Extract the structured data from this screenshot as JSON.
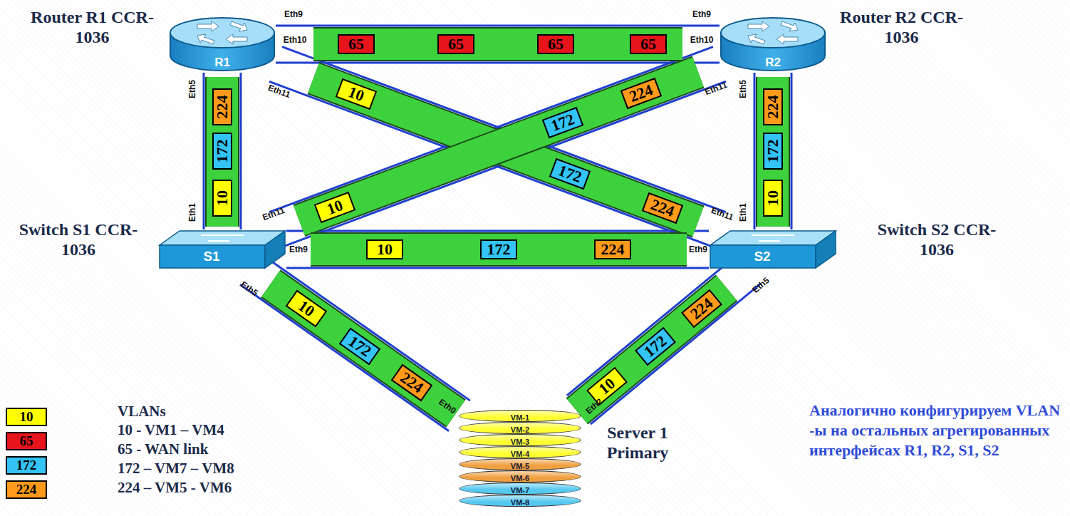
{
  "diagram": {
    "nodes": [
      {
        "text": [
          "Router R1 CCR-1036",
          "R1"
        ]
      },
      {
        "text": [
          "Router R2 CCR-1036",
          "R2"
        ]
      },
      {
        "text": [
          "Switch S1 CCR-1036",
          "S1"
        ]
      },
      {
        "text": [
          "Switch S2 CCR-1036",
          "S2"
        ]
      },
      {
        "text": [
          "Server 1 Primary"
        ]
      },
      {
        "text": [
          "VM-1"
        ],
        "in": 4
      },
      {
        "text": [
          "VM-2"
        ],
        "in": 4
      },
      {
        "text": [
          "VM-3"
        ],
        "in": 4
      },
      {
        "text": [
          "VM-4"
        ],
        "in": 4
      },
      {
        "text": [
          "VM-5"
        ],
        "in": 4
      },
      {
        "text": [
          "VM-6"
        ],
        "in": 4
      },
      {
        "text": [
          "VM-7"
        ],
        "in": 4
      },
      {
        "text": [
          "VM-8"
        ],
        "in": 4
      },
      {
        "text": [
          "65"
        ]
      },
      {
        "text": [
          "65"
        ]
      },
      {
        "text": [
          "65"
        ]
      },
      {
        "text": [
          "65"
        ]
      },
      {
        "text": [
          "224"
        ]
      },
      {
        "text": [
          "172"
        ]
      },
      {
        "text": [
          "10"
        ]
      },
      {
        "text": [
          "10"
        ]
      },
      {
        "text": [
          "172"
        ]
      },
      {
        "text": [
          "224"
        ]
      },
      {
        "text": [
          "224"
        ]
      },
      {
        "text": [
          "172"
        ]
      },
      {
        "text": [
          "10"
        ]
      },
      {
        "text": [
          "224"
        ]
      },
      {
        "text": [
          "172"
        ]
      },
      {
        "text": [
          "10"
        ]
      },
      {
        "text": [
          "10"
        ]
      },
      {
        "text": [
          "172"
        ]
      },
      {
        "text": [
          "224"
        ]
      },
      {
        "text": [
          "10"
        ]
      },
      {
        "text": [
          "172"
        ]
      },
      {
        "text": [
          "224"
        ]
      },
      {
        "text": [
          "224"
        ]
      },
      {
        "text": [
          "172"
        ]
      },
      {
        "text": [
          "10"
        ]
      }
    ],
    "edges": [
      {
        "from": 0,
        "to": 1,
        "arrow": "none"
      },
      {
        "from": 0,
        "to": 2,
        "arrow": "none"
      },
      {
        "from": 1,
        "to": 3,
        "arrow": "none"
      },
      {
        "from": 0,
        "to": 3,
        "arrow": "none"
      },
      {
        "from": 1,
        "to": 2,
        "arrow": "none"
      },
      {
        "from": 2,
        "to": 3,
        "arrow": "none"
      },
      {
        "from": 2,
        "to": 4,
        "arrow": "none"
      },
      {
        "from": 3,
        "to": 4,
        "arrow": "none"
      }
    ],
    "labels": [
      "Eth9",
      "Eth10",
      "Eth9",
      "Eth10",
      "Eth11",
      "Eth11",
      "Eth5",
      "Eth5",
      "Eth1",
      "Eth1",
      "Eth11",
      "Eth11",
      "Eth9",
      "Eth9",
      "Eth5",
      "Eth5",
      "Eth0",
      "Eth2",
      "VLANs",
      "10",
      "65",
      "172",
      "224",
      "Аналогично конфигурируем VLAN -ы на остальных агрегированных интерфейсах R1, R2, S1, S2"
    ],
    "legend": [
      {
        "text": "10 - VM1 – VM4",
        "color": "#ffff00"
      },
      {
        "text": "65 - WAN link",
        "color": "#e8141c"
      },
      {
        "text": "172 – VM7 – VM8",
        "color": "#33c3f5"
      },
      {
        "text": "224 – VM5 - VM6",
        "color": "#ff9a1a"
      }
    ]
  }
}
